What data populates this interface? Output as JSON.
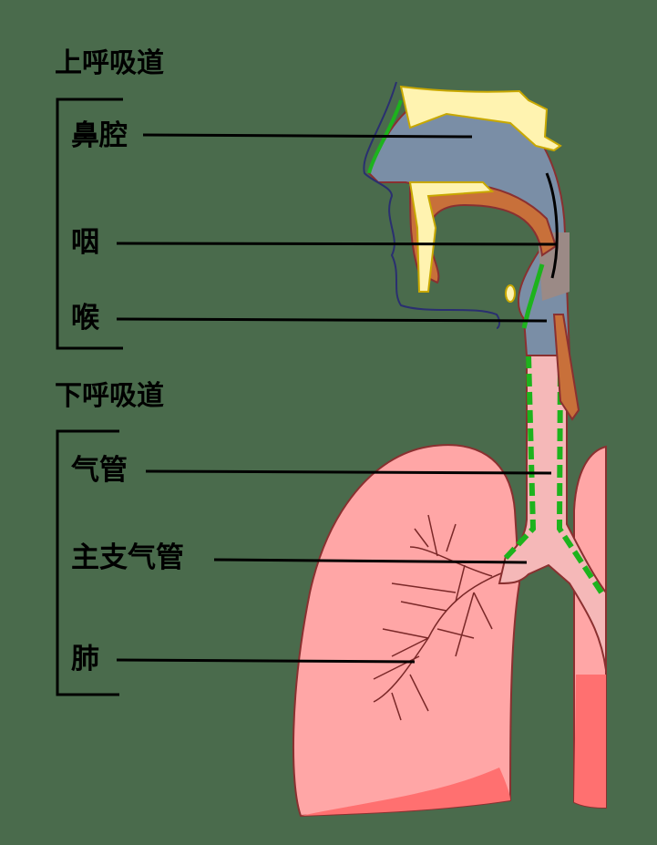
{
  "groups": {
    "upper": {
      "label": "上呼吸道",
      "items": [
        "鼻腔",
        "咽",
        "喉"
      ]
    },
    "lower": {
      "label": "下呼吸道",
      "items": [
        "气管",
        "主支气管",
        "肺"
      ]
    }
  },
  "colors": {
    "background": "#4a6b4c",
    "airway_upper": "#7a8ea6",
    "bone": "#fff3b0",
    "muscle": "#c8703a",
    "lung": "#ffa6a6",
    "lung_shadow": "#ff7070",
    "trachea": "#f5b8b8",
    "mucosa": "#1db31d"
  }
}
